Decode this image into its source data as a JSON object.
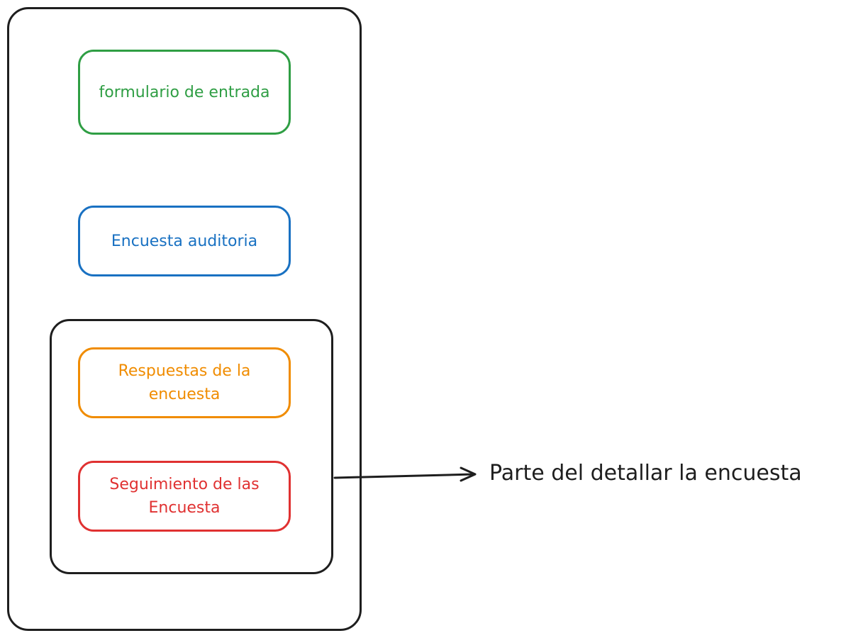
{
  "diagram": {
    "nodes": {
      "form": {
        "label": "formulario de entrada",
        "color": "#2f9e44"
      },
      "survey": {
        "label": "Encuesta auditoria",
        "color": "#1971c2"
      },
      "responses": {
        "label": "Respuestas de la encuesta",
        "color": "#f08c00"
      },
      "tracking": {
        "label": "Seguimiento de las Encuesta",
        "color": "#e03131"
      }
    },
    "callout": {
      "label": "Parte del detallar la encuesta"
    },
    "stroke_color": "#1e1e1e"
  }
}
